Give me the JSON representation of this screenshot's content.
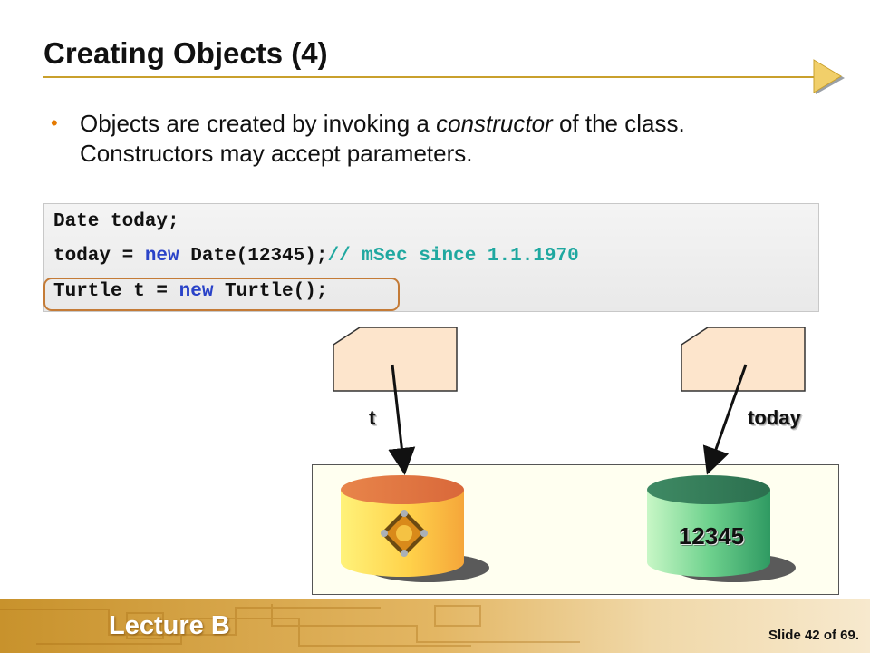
{
  "slide": {
    "title": "Creating Objects (4)",
    "bullet": {
      "before": "Objects are created by invoking a ",
      "emphasis": "constructor",
      "line1_after": " of the class.",
      "line2": "Constructors may accept parameters."
    }
  },
  "code": {
    "line1": "Date today;",
    "line2_pre": "today = ",
    "line2_kw": "new",
    "line2_post": " Date(12345);",
    "line2_comment": "// mSec since 1.1.1970",
    "line3_pre": "Turtle t = ",
    "line3_kw": "new",
    "line3_post": " Turtle();"
  },
  "diagram": {
    "var_t": "t",
    "var_today": "today",
    "date_value": "12345",
    "colors": {
      "card_fill": "#fde5cc",
      "turtle_cylinder": "#f5a63a",
      "date_cylinder": "#2f9a62",
      "heap_bg": "#fffff0"
    }
  },
  "footer": {
    "lecture": "Lecture B",
    "slide_label": "Slide 42 of 69."
  },
  "icons": {
    "title_arrow": "play-arrow-icon",
    "turtle": "turtle-object-icon"
  }
}
